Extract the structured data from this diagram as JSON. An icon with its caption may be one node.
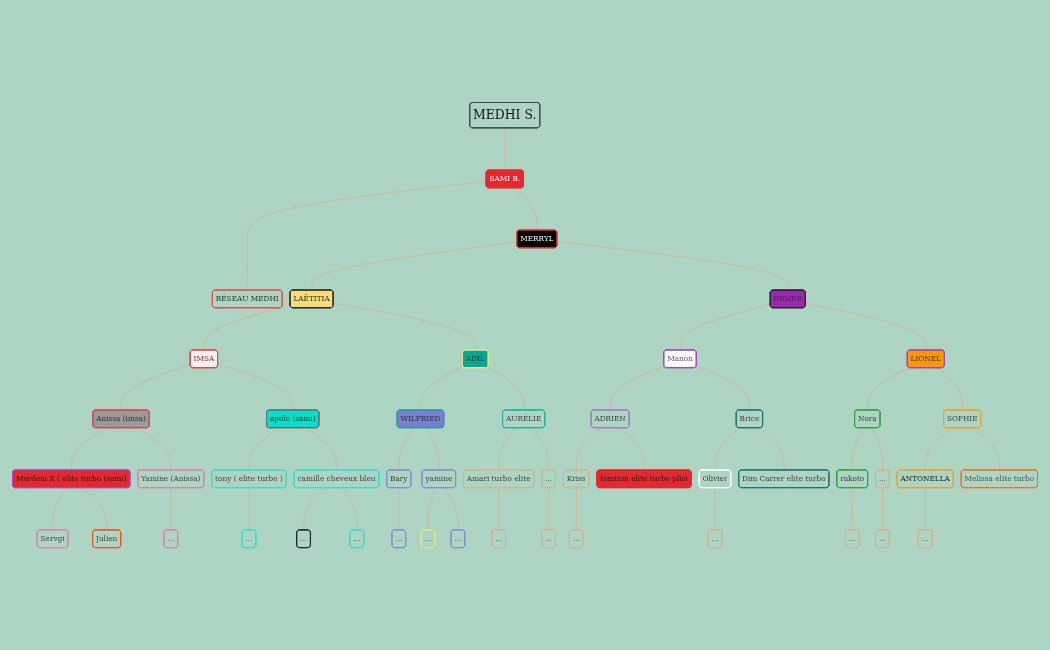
{
  "diagram": {
    "nodes": [
      {
        "text": [
          "MEDHI S."
        ]
      },
      {
        "text": [
          "SAMI B."
        ]
      },
      {
        "text": [
          "MERRYL"
        ]
      },
      {
        "text": [
          "RÉSEAU MEDHI"
        ]
      },
      {
        "text": [
          "LAËTITIA"
        ]
      },
      {
        "text": [
          "DIDIER"
        ]
      },
      {
        "text": [
          "IMSA"
        ]
      },
      {
        "text": [
          "ADIL"
        ]
      },
      {
        "text": [
          "Manon"
        ]
      },
      {
        "text": [
          "LIONEL"
        ]
      },
      {
        "text": [
          "Anissa (imsa)"
        ]
      },
      {
        "text": [
          "apolo (sami)"
        ]
      },
      {
        "text": [
          "WILFRIED"
        ]
      },
      {
        "text": [
          "AURÉLIE"
        ]
      },
      {
        "text": [
          "ADRIEN"
        ]
      },
      {
        "text": [
          "Brice"
        ]
      },
      {
        "text": [
          "Nora"
        ]
      },
      {
        "text": [
          "SOPHIE"
        ]
      },
      {
        "text": [
          "Mordem X ( elite turbo (sami)"
        ]
      },
      {
        "text": [
          "Yamine (Anissa)"
        ]
      },
      {
        "text": [
          "tony ( elite turbo )"
        ]
      },
      {
        "text": [
          "camille cheveux bleu"
        ]
      },
      {
        "text": [
          "Bary"
        ]
      },
      {
        "text": [
          "yamine"
        ]
      },
      {
        "text": [
          "Amari turbo elite"
        ]
      },
      {
        "text": [
          "..."
        ]
      },
      {
        "text": [
          "Kriss"
        ]
      },
      {
        "text": [
          "tomtom elite turbo plus"
        ]
      },
      {
        "text": [
          "Olivier"
        ]
      },
      {
        "text": [
          "Dim Carrer elite turbo"
        ]
      },
      {
        "text": [
          "rakoto"
        ]
      },
      {
        "text": [
          "..."
        ]
      },
      {
        "text": [
          "ANTONELLA"
        ]
      },
      {
        "text": [
          "Melissa elite turbo"
        ]
      },
      {
        "text": [
          "Servgi"
        ]
      },
      {
        "text": [
          "Julien"
        ]
      },
      {
        "text": [
          "..."
        ]
      },
      {
        "text": [
          "..."
        ]
      },
      {
        "text": [
          "..."
        ]
      },
      {
        "text": [
          "..."
        ]
      },
      {
        "text": [
          "..."
        ]
      },
      {
        "text": [
          "..."
        ]
      },
      {
        "text": [
          "..."
        ]
      },
      {
        "text": [
          "..."
        ]
      },
      {
        "text": [
          "..."
        ]
      },
      {
        "text": [
          "..."
        ]
      },
      {
        "text": [
          "..."
        ]
      },
      {
        "text": [
          "..."
        ]
      },
      {
        "text": [
          "..."
        ]
      },
      {
        "text": [
          "..."
        ]
      }
    ],
    "edges": [
      {
        "from": 0,
        "to": 1,
        "arrow": "none"
      },
      {
        "from": 1,
        "to": 2,
        "arrow": "none"
      },
      {
        "from": 1,
        "to": 3,
        "arrow": "none"
      },
      {
        "from": 2,
        "to": 4,
        "arrow": "none"
      },
      {
        "from": 2,
        "to": 5,
        "arrow": "none"
      },
      {
        "from": 4,
        "to": 6,
        "arrow": "none"
      },
      {
        "from": 4,
        "to": 7,
        "arrow": "none"
      },
      {
        "from": 5,
        "to": 8,
        "arrow": "none"
      },
      {
        "from": 5,
        "to": 9,
        "arrow": "none"
      },
      {
        "from": 6,
        "to": 10,
        "arrow": "none"
      },
      {
        "from": 6,
        "to": 11,
        "arrow": "none"
      },
      {
        "from": 7,
        "to": 12,
        "arrow": "none"
      },
      {
        "from": 7,
        "to": 13,
        "arrow": "none"
      },
      {
        "from": 8,
        "to": 14,
        "arrow": "none"
      },
      {
        "from": 8,
        "to": 15,
        "arrow": "none"
      },
      {
        "from": 9,
        "to": 16,
        "arrow": "none"
      },
      {
        "from": 9,
        "to": 17,
        "arrow": "none"
      },
      {
        "from": 10,
        "to": 18,
        "arrow": "none"
      },
      {
        "from": 10,
        "to": 19,
        "arrow": "none"
      },
      {
        "from": 11,
        "to": 20,
        "arrow": "none"
      },
      {
        "from": 11,
        "to": 21,
        "arrow": "none"
      },
      {
        "from": 12,
        "to": 22,
        "arrow": "none"
      },
      {
        "from": 12,
        "to": 23,
        "arrow": "none"
      },
      {
        "from": 13,
        "to": 24,
        "arrow": "none"
      },
      {
        "from": 13,
        "to": 25,
        "arrow": "none"
      },
      {
        "from": 14,
        "to": 26,
        "arrow": "none"
      },
      {
        "from": 14,
        "to": 27,
        "arrow": "none"
      },
      {
        "from": 15,
        "to": 28,
        "arrow": "none"
      },
      {
        "from": 15,
        "to": 29,
        "arrow": "none"
      },
      {
        "from": 16,
        "to": 30,
        "arrow": "none"
      },
      {
        "from": 16,
        "to": 31,
        "arrow": "none"
      },
      {
        "from": 17,
        "to": 32,
        "arrow": "none"
      },
      {
        "from": 17,
        "to": 33,
        "arrow": "none"
      },
      {
        "from": 18,
        "to": 34,
        "arrow": "none"
      },
      {
        "from": 18,
        "to": 35,
        "arrow": "none"
      },
      {
        "from": 19,
        "to": 36,
        "arrow": "none"
      },
      {
        "from": 20,
        "to": 37,
        "arrow": "none"
      },
      {
        "from": 21,
        "to": 38,
        "arrow": "none"
      },
      {
        "from": 21,
        "to": 39,
        "arrow": "none"
      },
      {
        "from": 22,
        "to": 40,
        "arrow": "none"
      },
      {
        "from": 23,
        "to": 41,
        "arrow": "none"
      },
      {
        "from": 23,
        "to": 42,
        "arrow": "none"
      },
      {
        "from": 24,
        "to": 43,
        "arrow": "none"
      },
      {
        "from": 25,
        "to": 44,
        "arrow": "none"
      },
      {
        "from": 26,
        "to": 45,
        "arrow": "none"
      },
      {
        "from": 28,
        "to": 46,
        "arrow": "none"
      },
      {
        "from": 30,
        "to": 47,
        "arrow": "none"
      },
      {
        "from": 31,
        "to": 48,
        "arrow": "none"
      },
      {
        "from": 32,
        "to": 49,
        "arrow": "none"
      }
    ]
  }
}
